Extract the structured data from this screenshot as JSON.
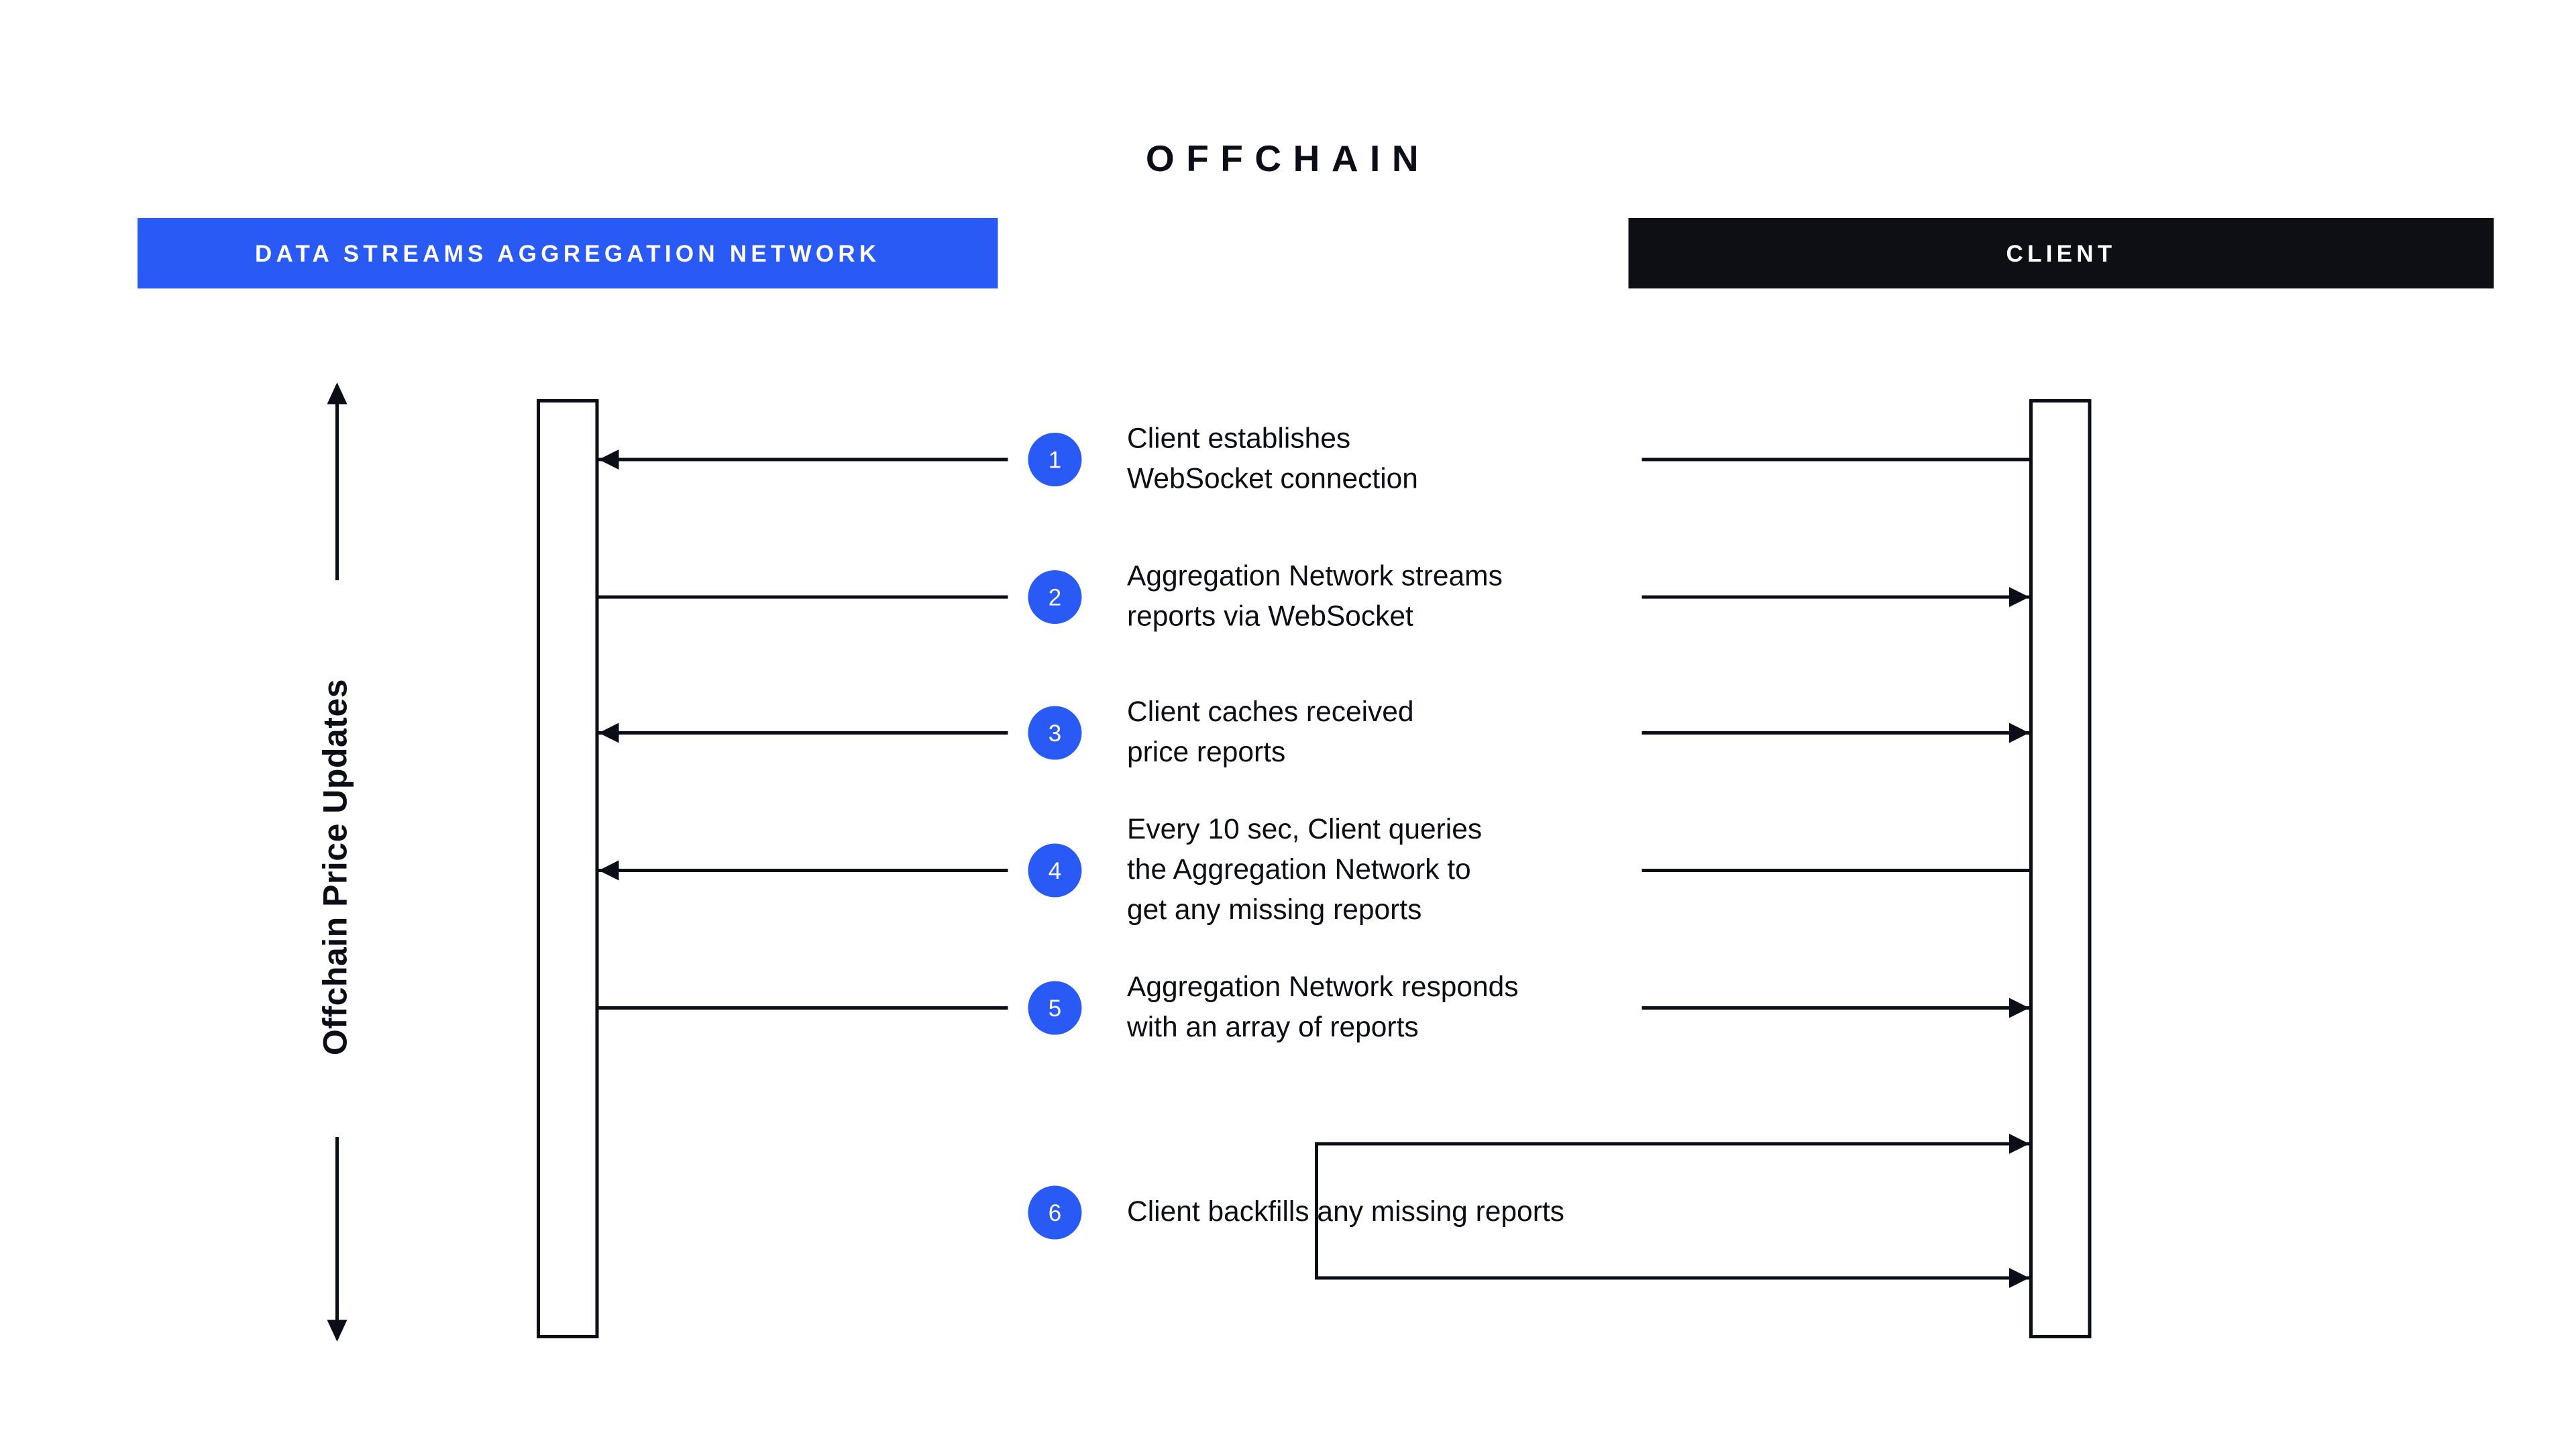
{
  "title": "OFFCHAIN",
  "colors": {
    "accent_blue": "#2A5AF5",
    "header_black": "#0D0F14",
    "ink": "#0B0E17",
    "bg": "#FFFFFF"
  },
  "actors": [
    {
      "label": "DATA STREAMS AGGREGATION NETWORK"
    },
    {
      "label": "CLIENT"
    }
  ],
  "axis": {
    "label": "Offchain Price Updates"
  },
  "steps": [
    {
      "num": "1",
      "text": "Client establishes\nWebSocket connection"
    },
    {
      "num": "2",
      "text": "Aggregation Network streams\nreports via WebSocket"
    },
    {
      "num": "3",
      "text": "Client caches received\nprice reports"
    },
    {
      "num": "4",
      "text": "Every 10 sec, Client queries\nthe Aggregation Network to\nget any missing reports"
    },
    {
      "num": "5",
      "text": "Aggregation Network responds\nwith an array of reports"
    },
    {
      "num": "6",
      "text": "Client backfills any missing reports"
    }
  ]
}
